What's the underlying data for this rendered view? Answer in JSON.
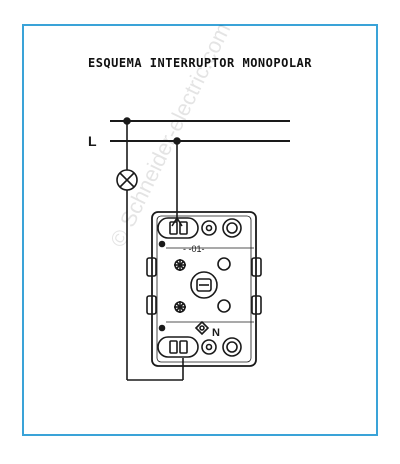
{
  "diagram": {
    "title": "ESQUEMA INTERRUPTOR MONOPOLAR",
    "line_label": "L",
    "module_marking": "- -01-",
    "neutral_marking": "N",
    "watermark": "© Schneider-electric.com"
  },
  "colors": {
    "frame_border": "#3aa3d8",
    "line": "#1a1a1a",
    "background": "#ffffff"
  }
}
